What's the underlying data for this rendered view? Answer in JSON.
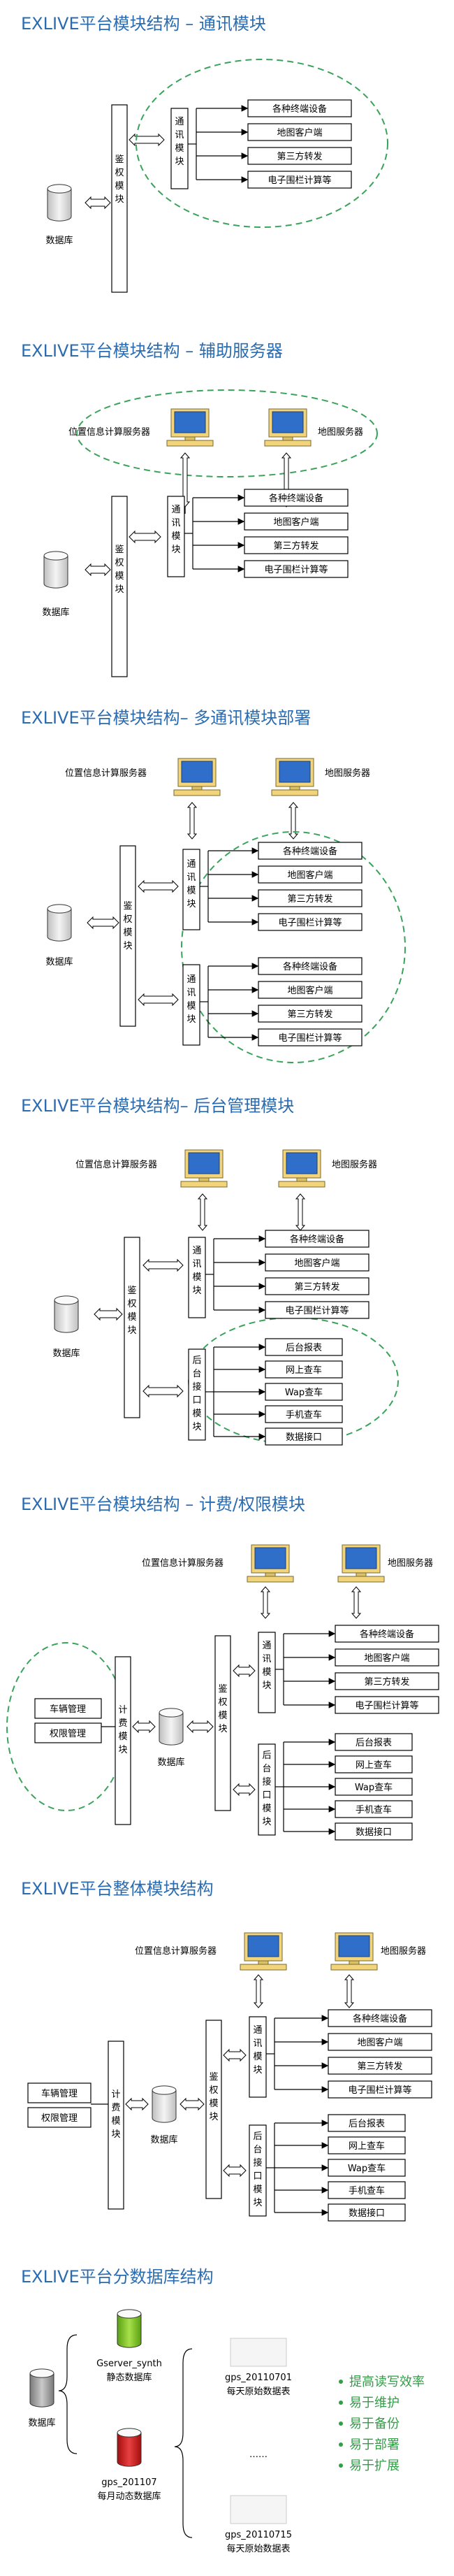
{
  "sections": [
    {
      "title": "EXLIVE平台模块结构 – 通讯模块"
    },
    {
      "title": "EXLIVE平台模块结构 – 辅助服务器"
    },
    {
      "title": "EXLIVE平台模块结构– 多通讯模块部署"
    },
    {
      "title": "EXLIVE平台模块结构– 后台管理模块"
    },
    {
      "title": "EXLIVE平台模块结构 – 计费/权限模块"
    },
    {
      "title": "EXLIVE平台整体模块结构"
    },
    {
      "title": "EXLIVE平台分数据库结构"
    }
  ],
  "labels": {
    "database": "数据库",
    "auth_module": "鉴权模块",
    "comm_module": "通讯模块",
    "backend_module": "后台接口模块",
    "billing_module": "计费模块",
    "location_server": "位置信息计算服务器",
    "map_server": "地图服务器",
    "vehicle_mgmt": "车辆管理",
    "perm_mgmt": "权限管理"
  },
  "comm_items": [
    "各种终端设备",
    "地图客户端",
    "第三方转发",
    "电子围栏计算等"
  ],
  "backend_items": [
    "后台报表",
    "网上查车",
    "Wap查车",
    "手机查车",
    "数据接口"
  ],
  "db_structure": {
    "static_db_name": "Gserver_synth",
    "static_db_label": "静态数据库",
    "monthly_db_name": "gps_201107",
    "monthly_db_label": "每月动态数据库",
    "daily_db_1_name": "gps_20110701",
    "daily_db_2_name": "gps_20110715",
    "daily_db_label": "每天原始数据表",
    "ellipsis": "……",
    "benefits": [
      "提高读写效率",
      "易于维护",
      "易于备份",
      "易于部署",
      "易于扩展"
    ]
  },
  "colors": {
    "title": "#2b6cb0",
    "ellipse": "#3aa35a",
    "green": "#2f9e44",
    "db_static": "#7cc12a",
    "db_monthly": "#d01515",
    "db_main": "#9a9a9a"
  }
}
